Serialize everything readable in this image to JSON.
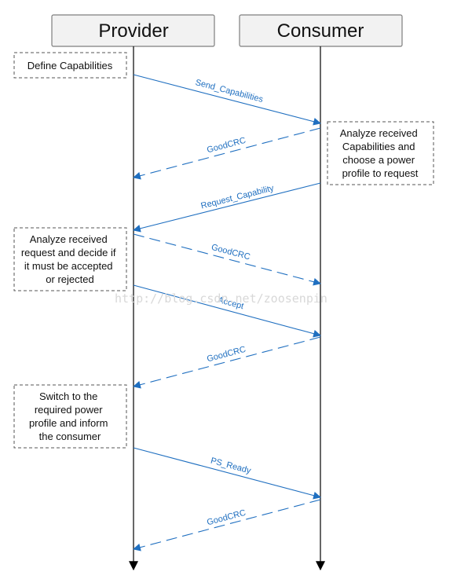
{
  "actors": {
    "provider": "Provider",
    "consumer": "Consumer"
  },
  "notes": {
    "define_capabilities": [
      "Define Capabilities"
    ],
    "analyze_capabilities": [
      "Analyze received",
      "Capabilities and",
      "choose a power",
      "profile to request"
    ],
    "analyze_request": [
      "Analyze received",
      "request and decide if",
      "it must be accepted",
      "or rejected"
    ],
    "switch_profile": [
      "Switch to the",
      "required power",
      "profile and inform",
      "the consumer"
    ]
  },
  "messages": [
    {
      "label": "Send_Capabilities",
      "from": "Provider",
      "to": "Consumer",
      "style": "solid"
    },
    {
      "label": "GoodCRC",
      "from": "Consumer",
      "to": "Provider",
      "style": "dashed"
    },
    {
      "label": "Request_Capability",
      "from": "Consumer",
      "to": "Provider",
      "style": "solid"
    },
    {
      "label": "GoodCRC",
      "from": "Provider",
      "to": "Consumer",
      "style": "dashed"
    },
    {
      "label": "Accept",
      "from": "Provider",
      "to": "Consumer",
      "style": "solid"
    },
    {
      "label": "GoodCRC",
      "from": "Consumer",
      "to": "Provider",
      "style": "dashed"
    },
    {
      "label": "PS_Ready",
      "from": "Provider",
      "to": "Consumer",
      "style": "solid"
    },
    {
      "label": "GoodCRC",
      "from": "Consumer",
      "to": "Provider",
      "style": "dashed"
    }
  ],
  "watermark": "http://blog.csdn.net/zoosenpin",
  "colors": {
    "message": "#1f6fc0",
    "actor_fill": "#f2f2f2",
    "lifeline": "#000000"
  }
}
